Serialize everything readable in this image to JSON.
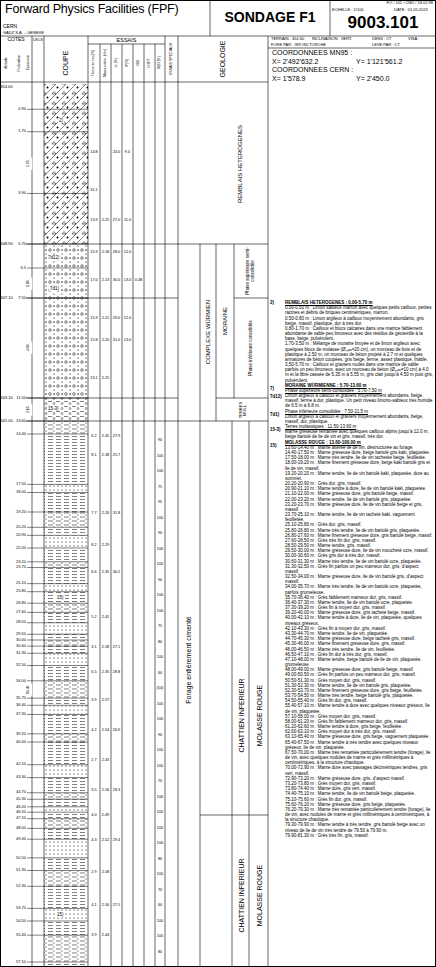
{
  "diagram": {
    "nodes": [
      {
        "text": [
          "Forward Physics Facilities (FPF)"
        ]
      },
      {
        "text": [
          "SONDAGE F1"
        ]
      },
      {
        "text": [
          "FO / 101 / CND / 18.02.98",
          "9003.101"
        ]
      }
    ],
    "labels": [
      "CERN",
      "GADZ S.A. – GENEVE",
      "ECHELLE : 1/100",
      "DATE : 01.05.2023",
      "TERRAIN : 454.60",
      "INCLINAISON : VERT.",
      "DESS : CT",
      "VISA :",
      "FORE PAR : ISR INCTORCHE",
      "LEVE PAR : CT",
      "COTES",
      "USCS",
      "COUPE",
      "ESSAIS",
      "ESSAIS SPECIAUX",
      "GEOLOGIE",
      "Altitude",
      "Profondeur",
      "Epaisseur",
      "Teneur en eau [%]",
      "Masse volum. [t/m³]",
      "wL [%]",
      "IP [%]",
      "VBS",
      "N SPT",
      "RQD [%]",
      "COORDONNEES MN95 :",
      "X= 2'492'632.2",
      "Y= 1'121'561.2",
      "COORDONNEES CERN :",
      "X= 1'578.9",
      "Y= 2'450.0",
      "454.60",
      "448.90",
      "447.10",
      "443.10",
      "441.00",
      "0.90",
      "1.70",
      "3.90",
      "5.70",
      "6.5",
      "7.50",
      "11.50",
      "13.60",
      "14.40",
      "17.50",
      "18.00",
      "19.20",
      "20.20",
      "20.90",
      "22.00",
      "23.20",
      "23.70",
      "25.10",
      "25.80",
      "26.80",
      "27.60",
      "28.50",
      "29.50",
      "30.00",
      "30.60",
      "31.30",
      "32.50",
      "34.00",
      "35.70",
      "36.40",
      "37.30",
      "39.20",
      "40.00",
      "42.10",
      "43.30",
      "44.70",
      "45.30",
      "46.00",
      "46.50",
      "47.10",
      "48.00",
      "49.00",
      "50.50",
      "51.30",
      "52.30",
      "53.70",
      "54.50",
      "55.40",
      "57.10",
      "5.70",
      "1.80",
      "4.00",
      "2.10",
      "86.40",
      "2)",
      "7d12)",
      "7d1)",
      "15-3)",
      "15)",
      "15)",
      "REMBLAIS HETEROGENES",
      "COMPLEXE WÜRMIEN",
      "MORAINE",
      "Phase supérieure semi-consolidée",
      "Phase inférieure consolidée",
      "TERRES MOLL.",
      "Forage entièrement cimenté",
      "CHATTIEN INFERIEUR",
      "MOLASSE ROUGE",
      "CHATTIEN INFERIEUR",
      "MOLASSE ROUGE",
      "14.8",
      "24.0",
      "9.0",
      "31.1",
      "13.9",
      "2.25",
      "27.0",
      "11.0",
      "15.9",
      "2.18",
      "28.0",
      "12.0",
      "17.0",
      "2.13",
      "30.0",
      "13.0",
      "0.48",
      "15.9",
      "2.21",
      "29.0",
      "12.0",
      "15.8",
      "2.20",
      "31.0",
      "13.0",
      "13.1",
      "2.25",
      "6.2",
      "2.45",
      "27.9",
      "8.1",
      "2.38",
      "25.7",
      "7.7",
      "2.26",
      "31.8",
      "8.2",
      "2.29",
      "6.6",
      "2.35",
      "30.2",
      "5.2",
      "2.41",
      "3.1",
      "2.58",
      "27.1",
      "6.5",
      "2.35",
      "28.8",
      "3.9",
      "2.57",
      "4.2",
      "2.54",
      "26.9",
      "2.7",
      "2.43",
      "3.5",
      "2.56",
      "28.3",
      "4.0",
      "2.49",
      "4.3",
      "2.52",
      "29.4",
      "2.9",
      "2.58",
      "4.1",
      "2.56",
      "27.5",
      "3.9",
      "2.44",
      "90",
      "100",
      "100",
      "75",
      "95",
      "100",
      "90",
      "100",
      "100",
      "90",
      "100",
      "100",
      "75",
      "80",
      "100",
      "60",
      "(50)",
      "100",
      "100",
      "90",
      "100",
      "100",
      "70",
      "100",
      "100",
      "100",
      "100",
      "80",
      "100",
      "70",
      "60",
      "100",
      "100",
      "80",
      "2)",
      "REMBLAIS HETEROGENES : 0.00-5.70 m",
      "0.00-0.50 m : Limon sableux marron avec quelques petits cailloux, petites racines et débris de briques centimétriques, marron.",
      "0.50-0.80 m : Limon argileux à cailloux moyennement abondants, gris beige, massif, plastique, dur à très dur.",
      "0.80-1.70 m : Cailloux et blocs calcaires dans une matrice faiblement abondante de sable peu limoneux avec des résidus de géotextile à la base, beige, pulvérulent.",
      "1.70-3.50 m : Mélange de moraine broyée et de limon argileux avec quelques blocs de molasse (Øₘₐₓ=20 cm), un morceau de bois et de plastique à 2.50 m, un morceau de béton projeté à 2.7 m et quelques armatures de béton coupées, gris beige, ferme, assez plastique, friable.",
      "3.50-5.70 m : Cailloux et graviers roulés dans une matrice de sable parfois un peu limoneux, avec un morceau de béton (Øₘₐₓ=10 cm) à 4.0 m et la fibre cassée de 5.35 m à 5.55 m, gris clair jusqu'à 4.50 m puis gris, pulvérulent.",
      "7)",
      "MORAINE WÜRMIENNE : 5.70-13.60 m",
      "7d12)",
      "Phase supérieure semi-consolidée : 5.70-7.50 m",
      "Limon argileux à cailloux et graviers moyennement abondants, beige, massif, ferme à dur, plastique. Un petit niveau limono-sableux très humide de 6.5 m à 6.8 m.",
      "7d1)",
      "Phase inférieure consolidée : 7.50-11.5 m",
      "Limon argileux à cailloux et graviers moyennement abondants, beige, massif, dur, plastique.",
      "15-3)",
      "Terres molassiques : 11.50-13.60 m",
      "Marne gréseuse remaniée avec quelques cailloux alpins jusqu'à 12.0 m, beige bariolé de lie de vin et gris, massif, très dur.",
      "15)",
      "MOLASSE ROUGE : 13.60-100.00 m",
      "13.60-14.40 m : Marne altérée lie de vin, déstructurée au forage.",
      "14.40-17.50 m : Marne gréseuse dure, beige bariolé gris kaki, plaquetée.",
      "17.50-18.00 m : Marne très tendre, lie de vin tachetée beige, feuilletée.",
      "18.00-19.20 m : Marne finement gréseuse dure, beige kaki bariolé gris et lie de vin, massif.",
      "19.20-20.20 m : Marne tendre, lie de vin bariolé kaki, plaquetée, dure au sommet.",
      "20.20-20.90 m : Grès dur, gris, massif.",
      "20.90-21.10 m : Marne tendre à dure, lie de vin bariolé kaki, plaquetée.",
      "21.10-22.00 m : Marne gréseuse dure, gris bariolé beige, massif.",
      "22.00-23.20 m : Marne tendre, lie de vin bariolé gris, plaquetée.",
      "23.20-23.70 m : Marne gréseuse dure, lie de vin bariolé beige et gris, massif.",
      "23.70-25.10 m : Marne tendre, lie de vin tacheté kaki, vaguement feuilletée.",
      "25.10-25.80 m : Grès dur, gris, massif.",
      "25.80-26.80 m : Marne très tendre, lie de vin bariolé gris, plaquetée.",
      "26.80-27.60 m : Marne finement gréseuse dure, gris bariolé beige, massif.",
      "27.60-28.50 m : Grès très fin dur, gris, massif.",
      "28.50-29.50 m : Marne tendre, gris, massif.",
      "29.50-30.00 m : Marne gréseuse dure, lie de vin moucheté ocre, massif.",
      "30.00-30.60 m : Grès gris dur à très dur, massif.",
      "30.60-31.30 m : Marne très tendre, lie de vin bariolé ocre, plaquetée.",
      "31.30-32.50 m : Grès fin parfois un peu marneux dur, gris, d'aspect massif.",
      "32.50-34.00 m : Marne gréseuse dure, lie de vin bariolé gris, d'aspect massif.",
      "34.00-35.70 m : Marne très tendre, lie de vin bariolé ocre, plaquetée, parfois grumeleuse.",
      "35.70-36.40 m : Grès faiblement marneux dur, gris, massif.",
      "36.40-37.30 m : Marne tendre, lie de vin bariolé ocre, plaquetée.",
      "37.30-39.20 m : Grès fin à moyen dur, gris, massif.",
      "39.20-40.00 m : Marne gréseuse dure, gris tacheté beige, massif.",
      "40.00-42.10 m : Marne tendre à dure, lie de vin, plaquetée, quelques niveaux gréseux.",
      "42.10-43.30 m : Grès fin à moyen dur, gris, massif.",
      "43.30-44.70 m : Marne tendre, lie de vin, plaquetée.",
      "44.70-45.30 m : Marne gréseuse dure, beige tacheté gris, massif.",
      "45.30-46.00 m : Marne finement gréseuse dure, gris, massif.",
      "46.00-46.50 m : Marne très tendre, lie de vin, feuilletée.",
      "46.50-47.10 m : Grès fin dur à très dur, gris, massif.",
      "47.10-48.00 m : Marne tendre, beige bariolé de lie de vin, plaquetée, grumeleuse.",
      "48.00-49.00 m : Marne gréseuse dure, gris bariolé beige, massif.",
      "49.00-50.50 m : Grès fin parfois un peu marneux dur, gris, massif.",
      "50.50-51.30 m : Grès moyen dur, gris, massif.",
      "51.30-52.30 m : Marne tendre, lie de vin bariolé gris, plaquetée.",
      "52.30-53.70 m : Marne finement gréseuse dure, gris beige, feuilletée.",
      "53.70-54.50 m : Marne très tendre, beige bariolé gris, plaquetée.",
      "54.50-55.40 m : Grès fin dur, gris, massif.",
      "55.40-57.10 m : Marne tendre à dure avec quelques niveaux gréseux, lie de vin, plaquetée.",
      "57.10-58.00 m : Grès moyen dur, gris, massif.",
      "58.00-61.20 m : Grès fin faiblement marneux dur, gris, massif.",
      "61.20-62.60 m : Marne tendre à dure, gris beige, feuilletée.",
      "62.60-63.10 m : Grès moyen dur à très dur, gris, massif.",
      "63.10-65.40 m : Marne gréseuse dure, gris beige, vaguement plaquetée.",
      "65.40-67.50 m : Marne tendre à très tendre avec quelques niveaux gréseux, lie de vin, plaquetée.",
      "67.50-70.00 m : Marne très remaniée particulièrement tendre (forage), lie de vin, avec quelques nodules de marne et grès millimétriques à centimétriques, à la structure chaotique.",
      "70.00-72.90 m : Marne dure avec passages décimétriques tendres, gris vert, massif.",
      "72.90-73.20 m : Marne gréseuse dure, gris, d'aspect massif.",
      "73.20-73.80 m : Grès moyen dur, gris, massif.",
      "73.80-74.40 m : Marne dure, gris vert, massif.",
      "74.40-75.10 m : Marne tendre, lie de vin bariolé beige, plaquetée.",
      "75.10-75.60 m : Grès fin dur, gris, massif.",
      "75.60-76.20 m : Marne gréseuse dure, gris beige, plaquetée.",
      "76.20-79.30 m : Marne très remaniée particulièrement tendre (forage), lie de vin, avec nodules de marne et grès millimétriques à centimétriques, à la structure chaotique.",
      "79.30-79.90 m : Marne tendre à très tendre, gris bariolé beige avec un niveau de lie de vin très tendre de 79.50 à 79.90 m.",
      "79.90-81.30 m : Grès très fin, gris, massif."
    ]
  }
}
